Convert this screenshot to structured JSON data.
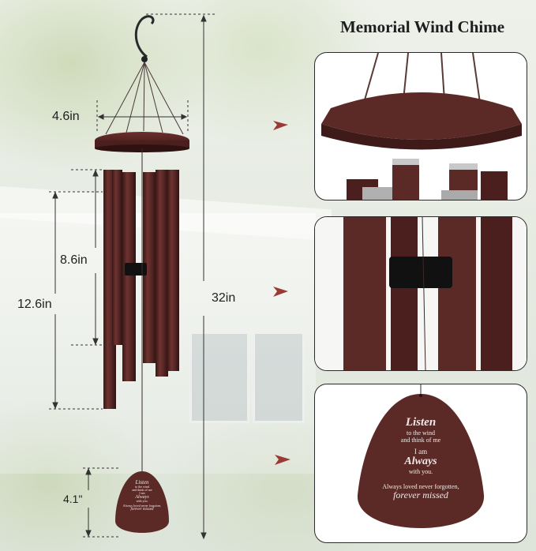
{
  "title": "Memorial Wind Chime",
  "dimensions": {
    "top_width": "4.6in",
    "short_tube": "8.6in",
    "long_tube": "12.6in",
    "total_length": "32in",
    "sail_height": "4.1\""
  },
  "sail_text": {
    "line1": "Listen",
    "line2": "to the wind",
    "line3": "and think of me",
    "line4": "I am",
    "line5": "Always",
    "line6": "with you.",
    "line7": "Always loved never forgotten,",
    "line8": "forever missed"
  },
  "colors": {
    "copper": "#5b2a27",
    "copper_dark": "#3e1b19",
    "arrow": "#9b3a34"
  }
}
